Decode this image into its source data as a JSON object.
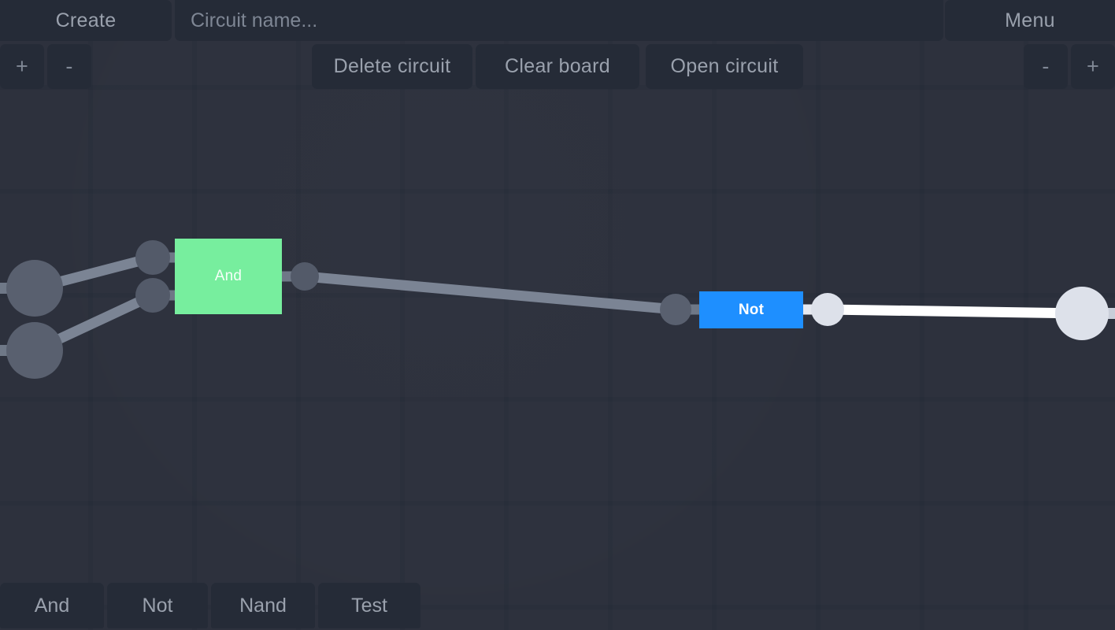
{
  "app": {
    "background_color": "#272d39",
    "panel_color": "#252b37",
    "text_color": "#9aa1ad"
  },
  "topbar": {
    "create_label": "Create",
    "menu_label": "Menu",
    "name_input": {
      "placeholder": "Circuit name...",
      "value": ""
    }
  },
  "toolbar": {
    "zoom_in_label": "+",
    "zoom_out_label": "-",
    "delete_circuit_label": "Delete circuit",
    "clear_board_label": "Clear board",
    "open_circuit_label": "Open circuit",
    "scale_down_label": "-",
    "scale_up_label": "+"
  },
  "palette": {
    "items": [
      {
        "label": "And"
      },
      {
        "label": "Not"
      },
      {
        "label": "Nand"
      },
      {
        "label": "Test"
      }
    ]
  },
  "board": {
    "gates": [
      {
        "label": "And",
        "state": "high",
        "color": "#77ee9e"
      },
      {
        "label": "Not",
        "state": "low",
        "color": "#1e8fff"
      }
    ],
    "nodes": [
      {
        "name": "input-node-top",
        "state": "off",
        "color": "#59606f"
      },
      {
        "name": "input-node-bottom",
        "state": "off",
        "color": "#59606f"
      },
      {
        "name": "and-input-pin-top",
        "state": "off",
        "color": "#535a69"
      },
      {
        "name": "and-input-pin-bottom",
        "state": "off",
        "color": "#535a69"
      },
      {
        "name": "and-output-pin",
        "state": "off",
        "color": "#535a69"
      },
      {
        "name": "not-input-node",
        "state": "off",
        "color": "#59606f"
      },
      {
        "name": "not-output-node",
        "state": "on",
        "color": "#dde1ea"
      },
      {
        "name": "circuit-output-node",
        "state": "on",
        "color": "#dde1ea"
      }
    ],
    "wires": [
      {
        "name": "wire-input-top-to-and",
        "state": "low",
        "color": "#7b8494"
      },
      {
        "name": "wire-input-bottom-to-and",
        "state": "low",
        "color": "#7b8494"
      },
      {
        "name": "wire-and-to-not",
        "state": "low",
        "color": "#7b8494"
      },
      {
        "name": "wire-not-to-output",
        "state": "high",
        "color": "#ffffff"
      }
    ]
  }
}
